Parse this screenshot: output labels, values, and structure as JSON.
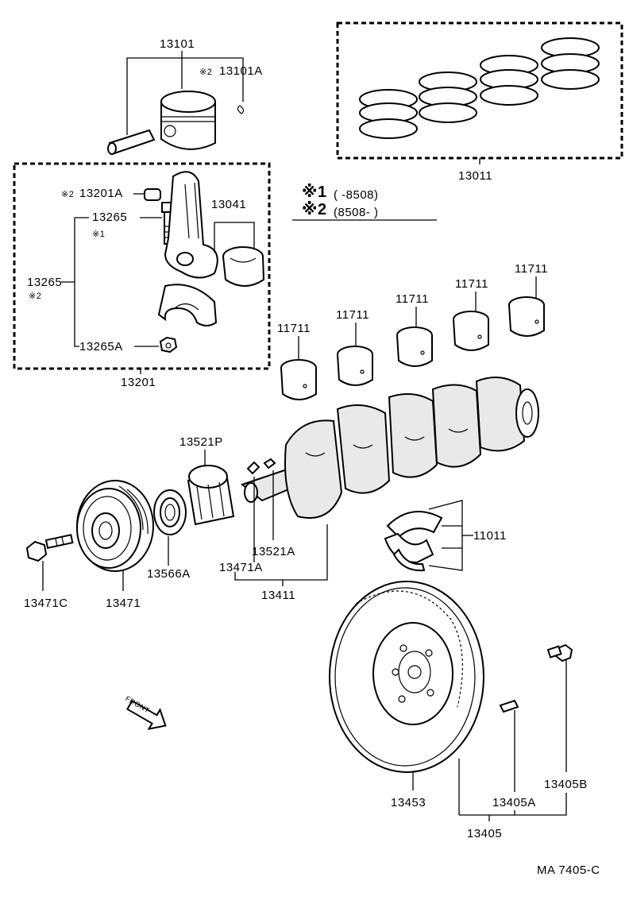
{
  "labels": {
    "piston": "13101",
    "piston_pin": "13101A",
    "piston_ring_set": "13011",
    "rod_bushing": "13201A",
    "rod_bolt_upper": "13265",
    "rod_bolt_left": "13265",
    "rod_bearing": "13041",
    "rod_nut": "13265A",
    "connecting_rod": "13201",
    "main_bearing_1": "11711",
    "main_bearing_2": "11711",
    "main_bearing_3": "11711",
    "main_bearing_4": "11711",
    "main_bearing_5": "11711",
    "timing_pulley": "13521P",
    "thrust_washer": "11011",
    "key_1": "13521A",
    "key_2": "13471A",
    "crankshaft": "13411",
    "oil_seal": "13566A",
    "pulley_bolt": "13471C",
    "crank_pulley": "13471",
    "flywheel": "13453",
    "flywheel_pin": "13405A",
    "flywheel_bolt": "13405B",
    "flywheel_assy": "13405",
    "drawing_number": "MA 7405-C"
  },
  "marks": {
    "piston_pin_mark": "※2",
    "rod_bushing_mark": "※2",
    "rod_bolt_upper_mark": "※1",
    "rod_bolt_left_mark": "※2"
  },
  "legend": {
    "row1_mark": "※1",
    "row1_range": "(        -8508)",
    "row2_mark": "※2",
    "row2_range": "(8508-        )"
  },
  "front_label": "FRONT"
}
